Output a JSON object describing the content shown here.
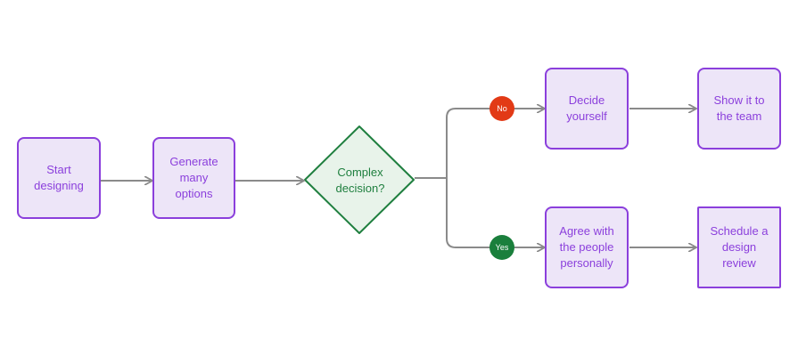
{
  "diagram": {
    "colors": {
      "process_fill": "#ede5f8",
      "process_border": "#8b3fdc",
      "process_text": "#8b3fdc",
      "decision_fill": "#e8f3ea",
      "decision_border": "#1f7f3f",
      "decision_text": "#1f7f3f",
      "connector": "#8a8a8a",
      "no_badge": "#e23a16",
      "yes_badge": "#1a7f3c"
    },
    "nodes": {
      "start": "Start\ndesigning",
      "generate": "Generate\nmany\noptions",
      "decision": "Complex\ndecision?",
      "decide": "Decide\nyourself",
      "show": "Show it to\nthe team",
      "agree": "Agree with\nthe people\npersonally",
      "schedule": "Schedule a\ndesign\nreview"
    },
    "branches": {
      "no": "No",
      "yes": "Yes"
    }
  }
}
